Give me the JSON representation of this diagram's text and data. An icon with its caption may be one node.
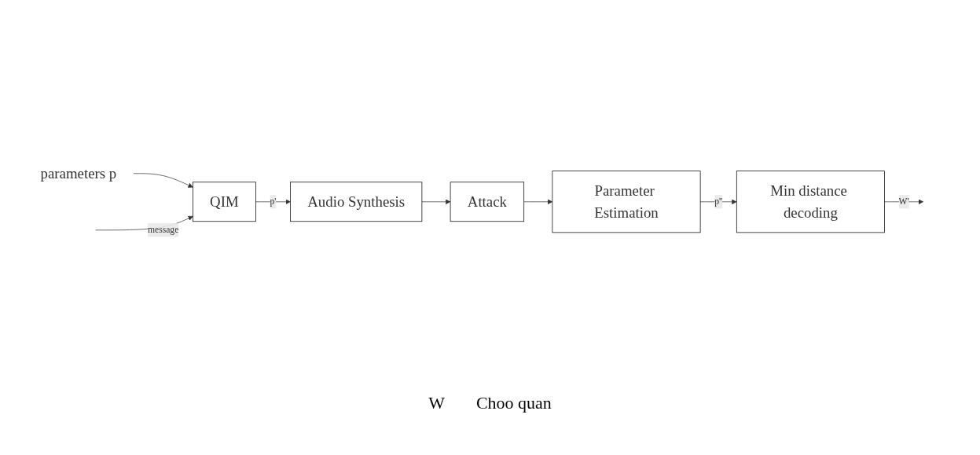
{
  "diagram": {
    "nodes": [
      {
        "text": [
          "parameters p"
        ]
      },
      {
        "text": [
          "QIM"
        ]
      },
      {
        "text": [
          "Audio Synthesis"
        ]
      },
      {
        "text": [
          "Attack"
        ]
      },
      {
        "text": [
          "Parameter Estimation"
        ]
      },
      {
        "text": [
          "Min distance decoding"
        ]
      }
    ],
    "edges": [
      {
        "from": 0,
        "to": 1,
        "arrow": "to"
      },
      {
        "from": null,
        "to": 1,
        "arrow": "to",
        "label": "message"
      },
      {
        "from": 1,
        "to": 2,
        "arrow": "to",
        "label": "p'"
      },
      {
        "from": 2,
        "to": 3,
        "arrow": "to"
      },
      {
        "from": 3,
        "to": 4,
        "arrow": "to"
      },
      {
        "from": 4,
        "to": 5,
        "arrow": "to",
        "label": "p''"
      },
      {
        "from": 5,
        "to": null,
        "arrow": "to",
        "label": "W'"
      }
    ],
    "labels": [
      "W",
      "Choo quan"
    ]
  }
}
